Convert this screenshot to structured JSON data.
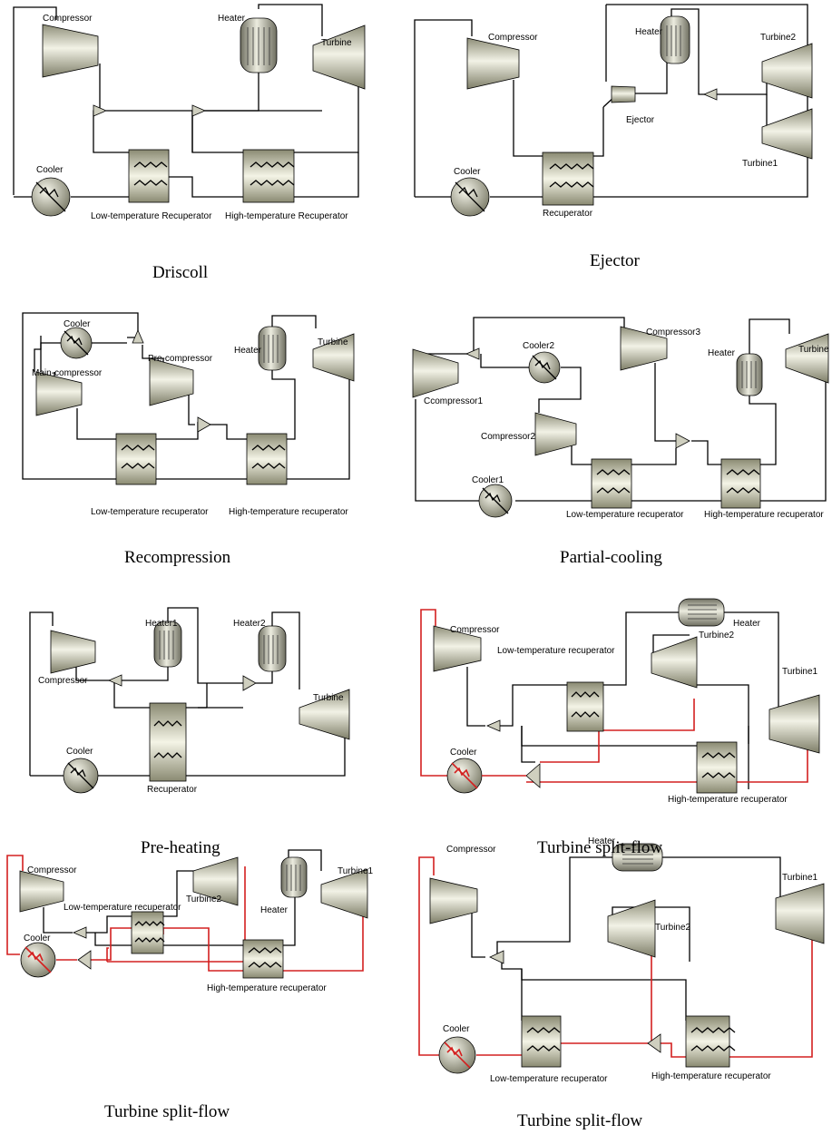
{
  "panels": [
    {
      "caption": "Driscoll",
      "labels": {
        "compressor": "Compressor",
        "heater": "Heater",
        "turbine": "Turbine",
        "cooler": "Cooler",
        "ltr": "Low-temperature Recuperator",
        "htr": "High-temperature Recuperator"
      }
    },
    {
      "caption": "Ejector",
      "labels": {
        "compressor": "Compressor",
        "heater": "Heater",
        "turbine2": "Turbine2",
        "turbine1": "Turbine1",
        "ejector": "Ejector",
        "cooler": "Cooler",
        "recuperator": "Recuperator"
      }
    },
    {
      "caption": "Recompression",
      "labels": {
        "cooler": "Cooler",
        "precompressor": "Pre-compressor",
        "maincompressor": "Main-compressor",
        "heater": "Heater",
        "turbine": "Turbine",
        "ltr": "Low-temperature recuperator",
        "htr": "High-temperature recuperator"
      }
    },
    {
      "caption": "Partial-cooling",
      "labels": {
        "compressor1": "Ccompressor1",
        "cooler2": "Cooler2",
        "compressor3": "Compressor3",
        "compressor2": "Compressor2",
        "heater": "Heater",
        "turbine": "Turbine",
        "cooler1": "Cooler1",
        "ltr": "Low-temperature recuperator",
        "htr": "High-temperature recuperator"
      }
    },
    {
      "caption": "Pre-heating",
      "labels": {
        "heater1": "Heater1",
        "heater2": "Heater2",
        "compressor": "Compressor",
        "turbine": "Turbine",
        "cooler": "Cooler",
        "recuperator": "Recuperator"
      }
    },
    {
      "caption": "Turbine split-flow",
      "labels": {
        "compressor": "Compressor",
        "heater": "Heater",
        "ltr": "Low-temperature recuperator",
        "turbine2": "Turbine2",
        "turbine1": "Turbine1",
        "cooler": "Cooler",
        "htr": "High-temperature recuperator"
      }
    },
    {
      "caption": "Turbine split-flow",
      "labels": {
        "compressor": "Compressor",
        "ltr": "Low-temperature recuperator",
        "turbine2": "Turbine2",
        "heater": "Heater",
        "turbine1": "Turbine1",
        "cooler": "Cooler",
        "htr": "High-temperature recuperator"
      }
    },
    {
      "caption": "Turbine split-flow",
      "labels": {
        "compressor": "Compressor",
        "heater": "Heater",
        "turbine1": "Turbine1",
        "turbine2": "Turbine2",
        "cooler": "Cooler",
        "ltr": "Low-temperature recuperator",
        "htr": "High-temperature recuperator"
      }
    }
  ],
  "colors": {
    "line": "#000000",
    "hot_line": "#d42020",
    "equipment_fill": "#b9b9a4"
  }
}
